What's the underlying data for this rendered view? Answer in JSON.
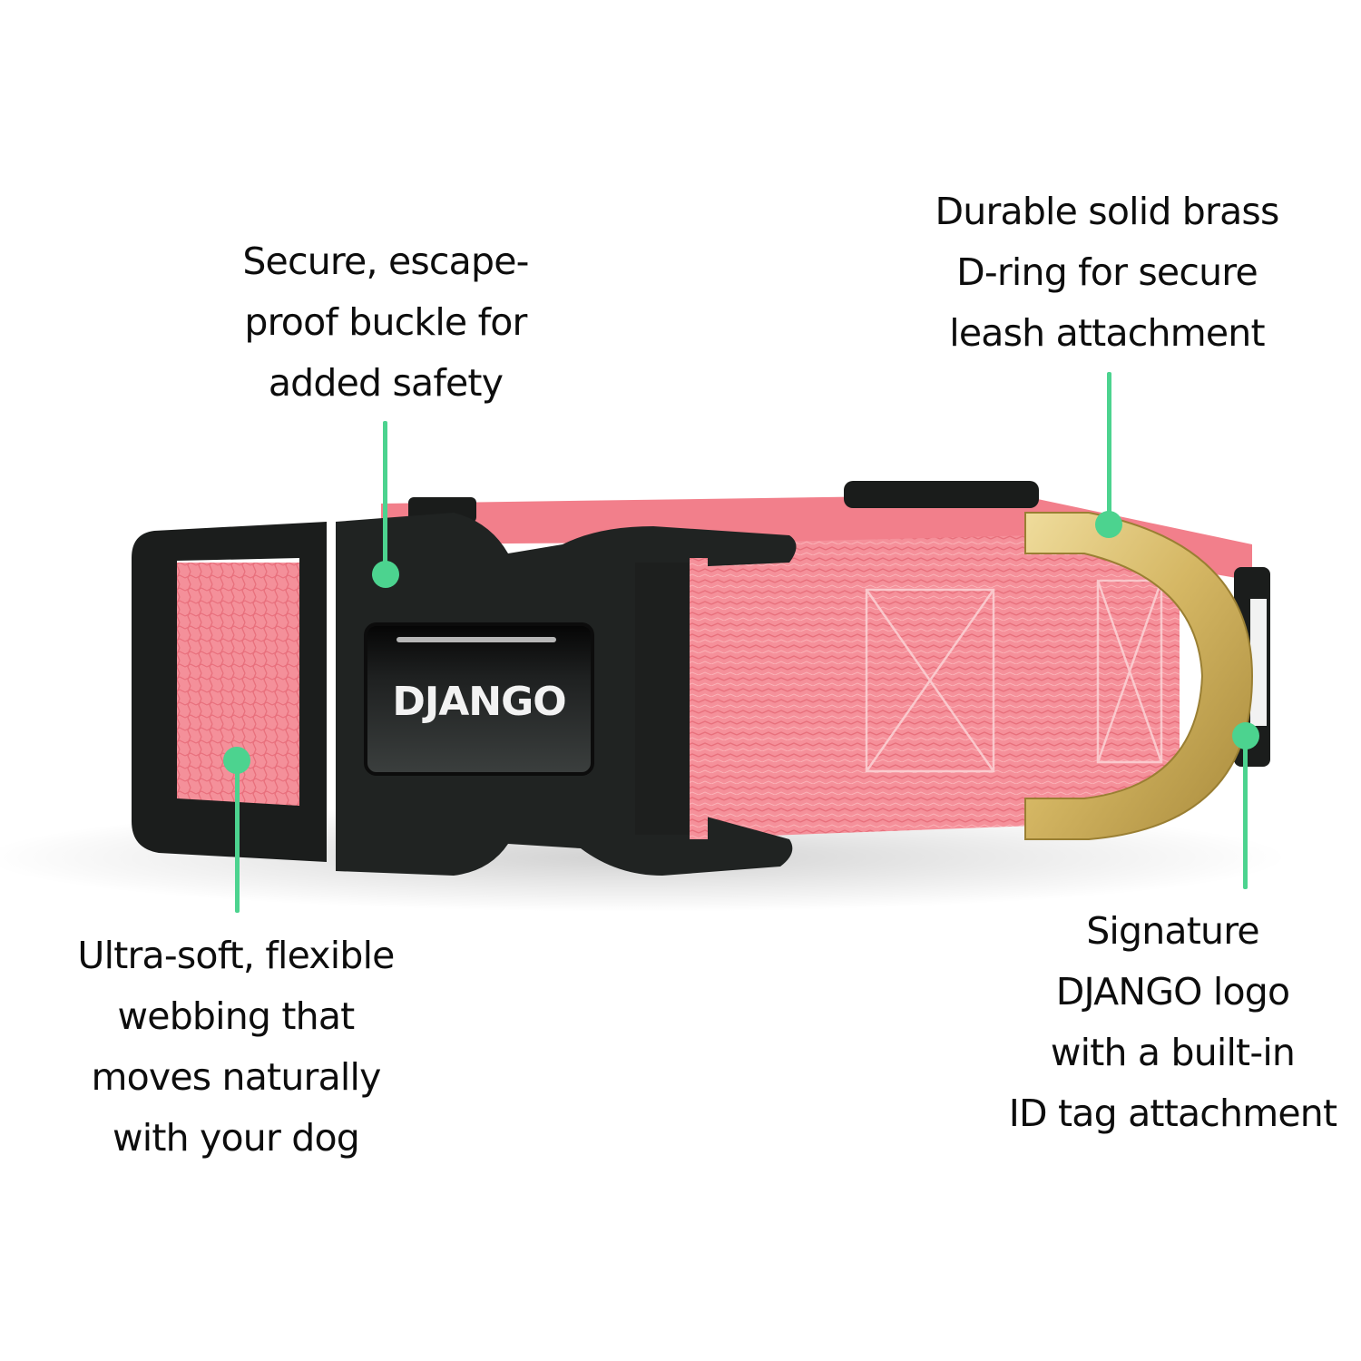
{
  "product": {
    "brand_logo_text": "DJANGO",
    "webbing_color": "#f4888d",
    "buckle_color": "#1c1f1e",
    "dring_color": "#d8bd6a"
  },
  "accent_color": "#4cd38f",
  "callouts": [
    {
      "id": "buckle",
      "lines": [
        "Secure, escape-",
        "proof buckle for",
        "added safety"
      ]
    },
    {
      "id": "dring",
      "lines": [
        "Durable solid brass",
        "D-ring for secure",
        "leash attachment"
      ]
    },
    {
      "id": "webbing",
      "lines": [
        "Ultra-soft, flexible",
        "webbing that",
        "moves naturally",
        "with your dog"
      ]
    },
    {
      "id": "logo",
      "lines": [
        "Signature",
        "DJANGO logo",
        "with a built-in",
        "ID tag attachment"
      ]
    }
  ]
}
